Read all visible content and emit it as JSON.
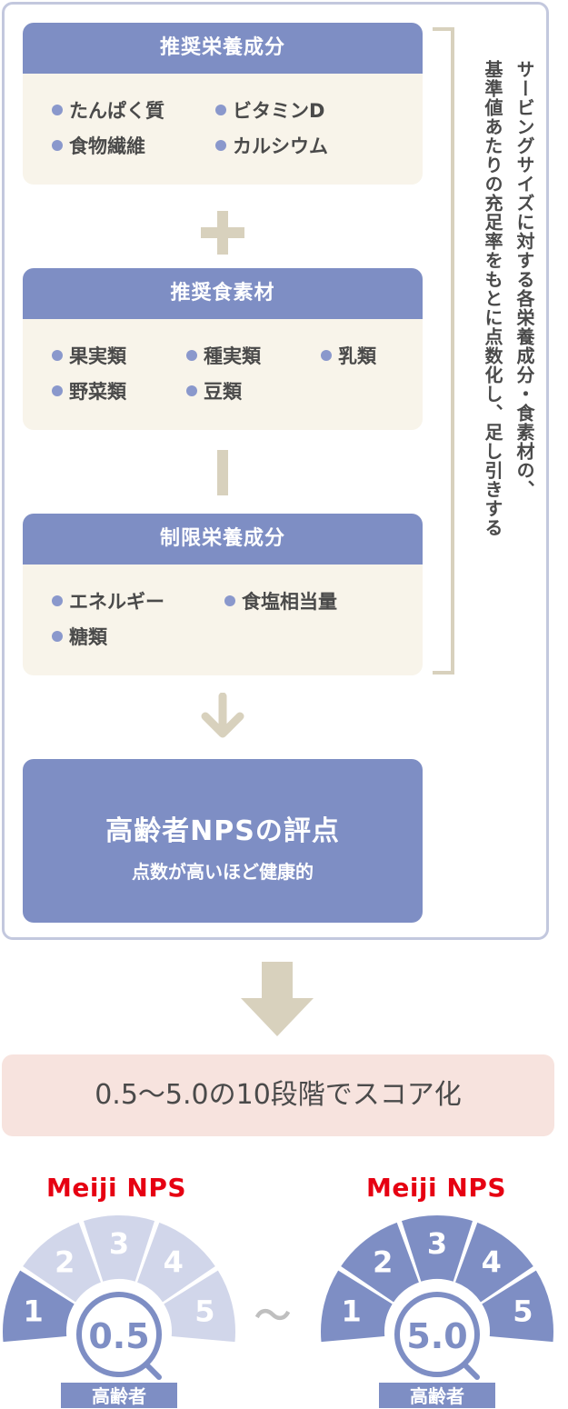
{
  "cards": [
    {
      "title": "推奨栄養成分",
      "items": [
        "たんぱく質",
        "ビタミンD",
        "食物繊維",
        "カルシウム"
      ]
    },
    {
      "title": "推奨食素材",
      "items": [
        "果実類",
        "種実類",
        "乳類",
        "野菜類",
        "豆類"
      ]
    },
    {
      "title": "制限栄養成分",
      "items": [
        "エネルギー",
        "食塩相当量",
        "糖類"
      ]
    }
  ],
  "side_note": {
    "line1": "サービングサイズに対する各栄養成分・食素材の、",
    "line2": "基準値あたりの充足率をもとに点数化し、足し引きする"
  },
  "result": {
    "title": "高齢者NPSの評点",
    "subtitle": "点数が高いほど健康的"
  },
  "score_range": "0.5〜5.0の10段階でスコア化",
  "gauges": [
    {
      "brand": "Meiji NPS",
      "value": "0.5",
      "label": "高齢者",
      "segments": [
        "1",
        "2",
        "3",
        "4",
        "5"
      ],
      "level": 0.1
    },
    {
      "brand": "Meiji NPS",
      "value": "5.0",
      "label": "高齢者",
      "segments": [
        "1",
        "2",
        "3",
        "4",
        "5"
      ],
      "level": 1.0
    }
  ],
  "separator": "〜",
  "colors": {
    "accent": "#7e8ec4",
    "light": "#d1d6ea",
    "card_bg": "#f8f4ea",
    "connector": "#d8d1bd",
    "score_bg": "#f7e3de",
    "brand_red": "#e60012"
  }
}
